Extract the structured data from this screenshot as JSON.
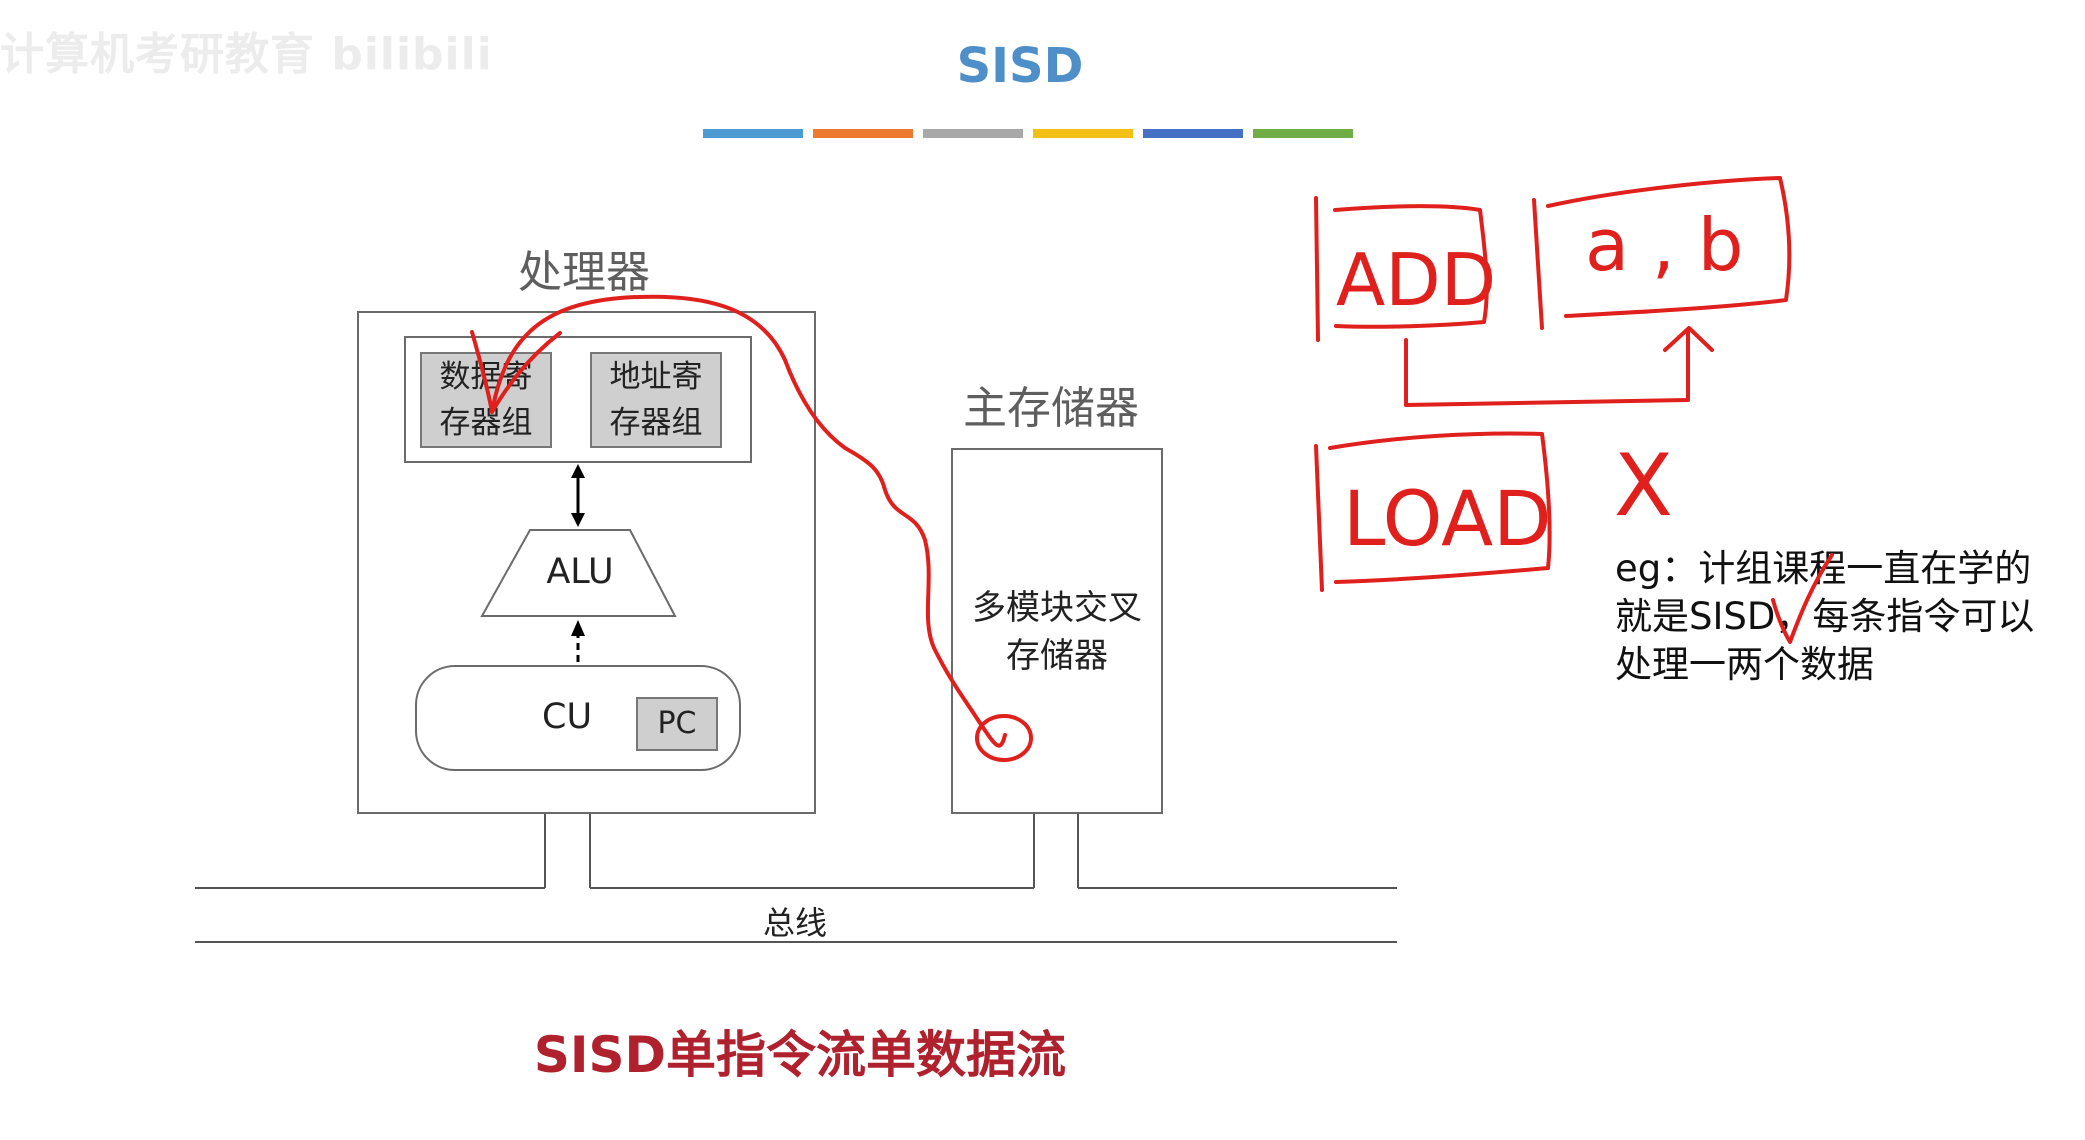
{
  "watermark": "计算机考研教育 bilibili",
  "title": "SISD",
  "strip_colors": [
    "#4e9bd4",
    "#ee7a30",
    "#a8a8a8",
    "#f5c015",
    "#4471c4",
    "#6fad47"
  ],
  "processor": {
    "label": "处理器",
    "data_registers": [
      "数据寄",
      "存器组"
    ],
    "address_registers": [
      "地址寄",
      "存器组"
    ],
    "alu": "ALU",
    "cu": "CU",
    "pc": "PC"
  },
  "memory": {
    "label": "主存储器",
    "module_lines": [
      "多模块交叉",
      "存储器"
    ]
  },
  "bus_label": "总线",
  "caption": "SISD单指令流单数据流",
  "note": {
    "lines": [
      "eg：计组课程一直在学的",
      "就是SISD，每条指令可以",
      "处理一两个数据"
    ]
  },
  "handwriting": {
    "words": [
      "ADD",
      "a , b",
      "LOAD",
      "X"
    ]
  },
  "colors": {
    "title": "#4f8fc9",
    "caption": "#b0212e",
    "ink": "#e0201c"
  }
}
